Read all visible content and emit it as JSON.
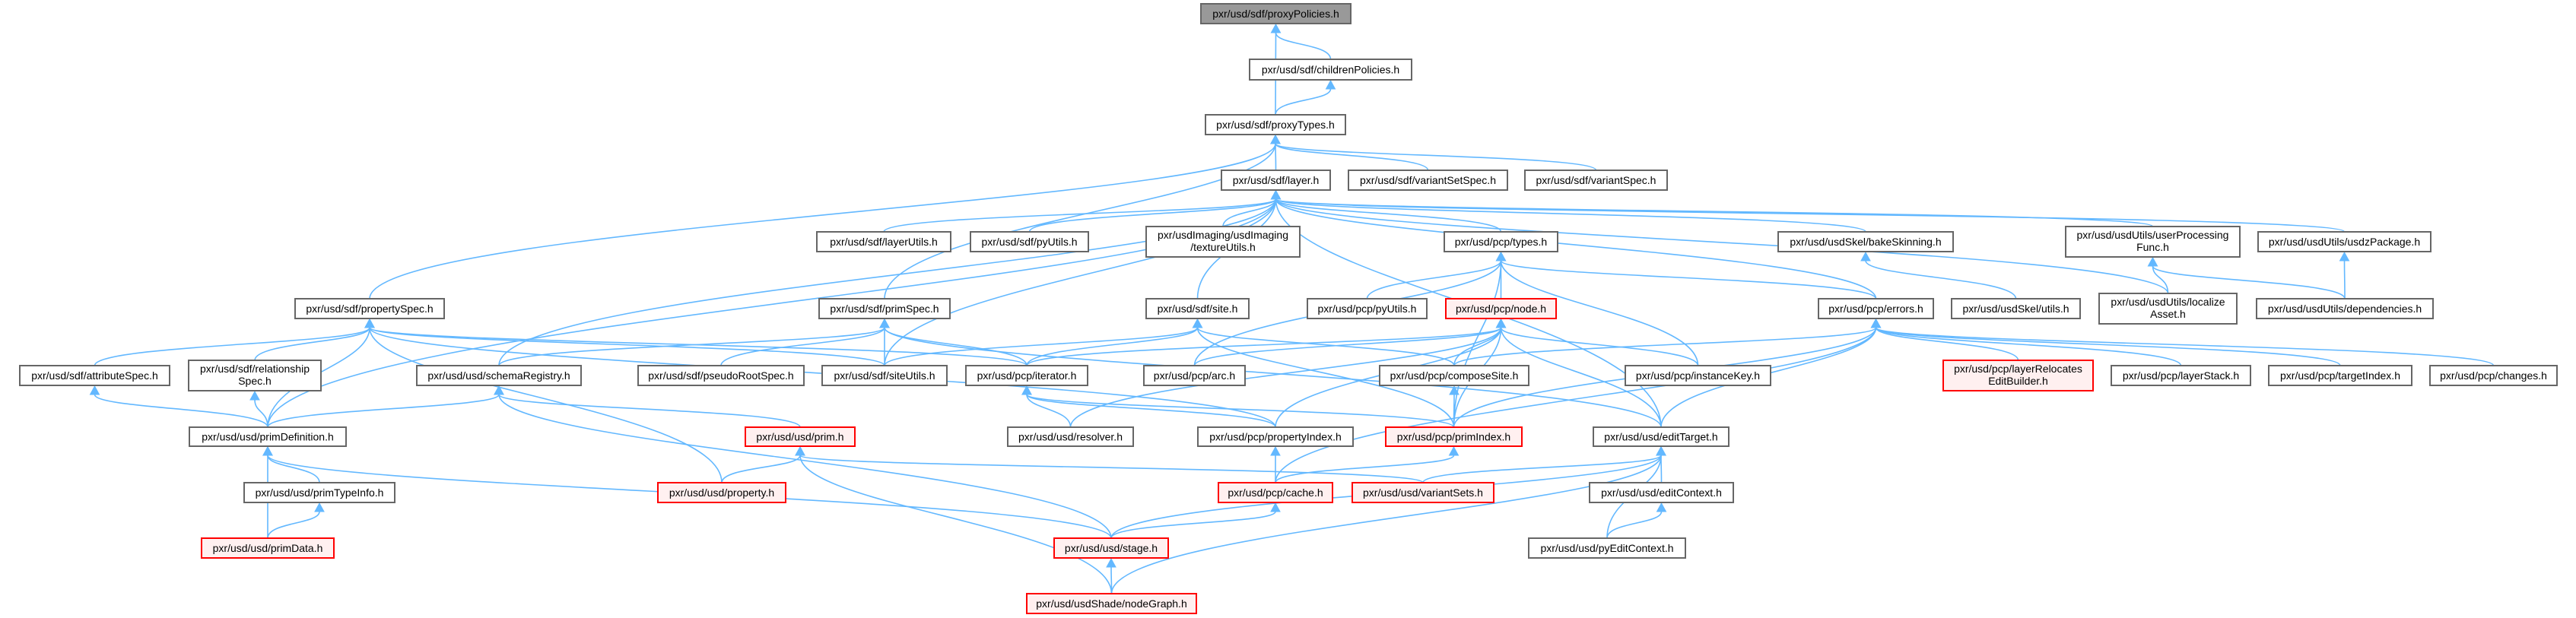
{
  "graph": {
    "colors": {
      "edge": "#63b8ff",
      "highlight_border": "#ff0000",
      "highlight_fill": "#fff0f0",
      "root_fill": "#999999"
    },
    "nodes": [
      {
        "id": "proxyPolicies",
        "lines": [
          "pxr/usd/sdf/proxyPolicies.h"
        ],
        "style": "root"
      },
      {
        "id": "childrenPolicies",
        "lines": [
          "pxr/usd/sdf/childrenPolicies.h"
        ],
        "style": "normal"
      },
      {
        "id": "proxyTypes",
        "lines": [
          "pxr/usd/sdf/proxyTypes.h"
        ],
        "style": "normal"
      },
      {
        "id": "layer",
        "lines": [
          "pxr/usd/sdf/layer.h"
        ],
        "style": "normal"
      },
      {
        "id": "variantSetSpec",
        "lines": [
          "pxr/usd/sdf/variantSetSpec.h"
        ],
        "style": "normal"
      },
      {
        "id": "variantSpec",
        "lines": [
          "pxr/usd/sdf/variantSpec.h"
        ],
        "style": "normal"
      },
      {
        "id": "layerUtils",
        "lines": [
          "pxr/usd/sdf/layerUtils.h"
        ],
        "style": "normal"
      },
      {
        "id": "sdfPyUtils",
        "lines": [
          "pxr/usd/sdf/pyUtils.h"
        ],
        "style": "normal"
      },
      {
        "id": "textureUtils",
        "lines": [
          "pxr/usdImaging/usdImaging",
          "/textureUtils.h"
        ],
        "style": "normal"
      },
      {
        "id": "pcpTypes",
        "lines": [
          "pxr/usd/pcp/types.h"
        ],
        "style": "normal"
      },
      {
        "id": "bakeSkinning",
        "lines": [
          "pxr/usd/usdSkel/bakeSkinning.h"
        ],
        "style": "normal"
      },
      {
        "id": "userProcessingFunc",
        "lines": [
          "pxr/usd/usdUtils/userProcessing",
          "Func.h"
        ],
        "style": "normal"
      },
      {
        "id": "usdzPackage",
        "lines": [
          "pxr/usd/usdUtils/usdzPackage.h"
        ],
        "style": "normal"
      },
      {
        "id": "propertySpec",
        "lines": [
          "pxr/usd/sdf/propertySpec.h"
        ],
        "style": "normal"
      },
      {
        "id": "primSpec",
        "lines": [
          "pxr/usd/sdf/primSpec.h"
        ],
        "style": "normal"
      },
      {
        "id": "site",
        "lines": [
          "pxr/usd/sdf/site.h"
        ],
        "style": "normal"
      },
      {
        "id": "pcpPyUtils",
        "lines": [
          "pxr/usd/pcp/pyUtils.h"
        ],
        "style": "normal"
      },
      {
        "id": "node",
        "lines": [
          "pxr/usd/pcp/node.h"
        ],
        "style": "red"
      },
      {
        "id": "errors",
        "lines": [
          "pxr/usd/pcp/errors.h"
        ],
        "style": "normal"
      },
      {
        "id": "skelUtils",
        "lines": [
          "pxr/usd/usdSkel/utils.h"
        ],
        "style": "normal"
      },
      {
        "id": "localizeAsset",
        "lines": [
          "pxr/usd/usdUtils/localize",
          "Asset.h"
        ],
        "style": "normal"
      },
      {
        "id": "dependencies",
        "lines": [
          "pxr/usd/usdUtils/dependencies.h"
        ],
        "style": "normal"
      },
      {
        "id": "attributeSpec",
        "lines": [
          "pxr/usd/sdf/attributeSpec.h"
        ],
        "style": "normal"
      },
      {
        "id": "relationshipSpec",
        "lines": [
          "pxr/usd/sdf/relationship",
          "Spec.h"
        ],
        "style": "normal"
      },
      {
        "id": "schemaRegistry",
        "lines": [
          "pxr/usd/usd/schemaRegistry.h"
        ],
        "style": "normal"
      },
      {
        "id": "pseudoRootSpec",
        "lines": [
          "pxr/usd/sdf/pseudoRootSpec.h"
        ],
        "style": "normal"
      },
      {
        "id": "siteUtils",
        "lines": [
          "pxr/usd/sdf/siteUtils.h"
        ],
        "style": "normal"
      },
      {
        "id": "iterator",
        "lines": [
          "pxr/usd/pcp/iterator.h"
        ],
        "style": "normal"
      },
      {
        "id": "arc",
        "lines": [
          "pxr/usd/pcp/arc.h"
        ],
        "style": "normal"
      },
      {
        "id": "composeSite",
        "lines": [
          "pxr/usd/pcp/composeSite.h"
        ],
        "style": "normal"
      },
      {
        "id": "instanceKey",
        "lines": [
          "pxr/usd/pcp/instanceKey.h"
        ],
        "style": "normal"
      },
      {
        "id": "layerRelocates",
        "lines": [
          "pxr/usd/pcp/layerRelocates",
          "EditBuilder.h"
        ],
        "style": "red"
      },
      {
        "id": "layerStack",
        "lines": [
          "pxr/usd/pcp/layerStack.h"
        ],
        "style": "normal"
      },
      {
        "id": "targetIndex",
        "lines": [
          "pxr/usd/pcp/targetIndex.h"
        ],
        "style": "normal"
      },
      {
        "id": "changes",
        "lines": [
          "pxr/usd/pcp/changes.h"
        ],
        "style": "normal"
      },
      {
        "id": "primDefinition",
        "lines": [
          "pxr/usd/usd/primDefinition.h"
        ],
        "style": "normal"
      },
      {
        "id": "prim",
        "lines": [
          "pxr/usd/usd/prim.h"
        ],
        "style": "red"
      },
      {
        "id": "resolver",
        "lines": [
          "pxr/usd/usd/resolver.h"
        ],
        "style": "normal"
      },
      {
        "id": "propertyIndex",
        "lines": [
          "pxr/usd/pcp/propertyIndex.h"
        ],
        "style": "normal"
      },
      {
        "id": "primIndex",
        "lines": [
          "pxr/usd/pcp/primIndex.h"
        ],
        "style": "red"
      },
      {
        "id": "editTarget",
        "lines": [
          "pxr/usd/usd/editTarget.h"
        ],
        "style": "normal"
      },
      {
        "id": "primTypeInfo",
        "lines": [
          "pxr/usd/usd/primTypeInfo.h"
        ],
        "style": "normal"
      },
      {
        "id": "property",
        "lines": [
          "pxr/usd/usd/property.h"
        ],
        "style": "red"
      },
      {
        "id": "cache",
        "lines": [
          "pxr/usd/pcp/cache.h"
        ],
        "style": "red"
      },
      {
        "id": "variantSets",
        "lines": [
          "pxr/usd/usd/variantSets.h"
        ],
        "style": "red"
      },
      {
        "id": "editContext",
        "lines": [
          "pxr/usd/usd/editContext.h"
        ],
        "style": "normal"
      },
      {
        "id": "primData",
        "lines": [
          "pxr/usd/usd/primData.h"
        ],
        "style": "red"
      },
      {
        "id": "stage",
        "lines": [
          "pxr/usd/usd/stage.h"
        ],
        "style": "red"
      },
      {
        "id": "pyEditContext",
        "lines": [
          "pxr/usd/usd/pyEditContext.h"
        ],
        "style": "normal"
      },
      {
        "id": "nodeGraph",
        "lines": [
          "pxr/usd/usdShade/nodeGraph.h"
        ],
        "style": "red"
      }
    ],
    "edges": [
      [
        "childrenPolicies",
        "proxyPolicies"
      ],
      [
        "proxyTypes",
        "proxyPolicies"
      ],
      [
        "proxyTypes",
        "childrenPolicies"
      ],
      [
        "layer",
        "proxyTypes"
      ],
      [
        "variantSetSpec",
        "proxyTypes"
      ],
      [
        "variantSpec",
        "proxyTypes"
      ],
      [
        "propertySpec",
        "proxyTypes"
      ],
      [
        "primSpec",
        "proxyTypes"
      ],
      [
        "layerUtils",
        "layer"
      ],
      [
        "sdfPyUtils",
        "layer"
      ],
      [
        "textureUtils",
        "layer"
      ],
      [
        "pcpTypes",
        "layer"
      ],
      [
        "bakeSkinning",
        "layer"
      ],
      [
        "userProcessingFunc",
        "layer"
      ],
      [
        "usdzPackage",
        "layer"
      ],
      [
        "localizeAsset",
        "layer"
      ],
      [
        "site",
        "layer"
      ],
      [
        "siteUtils",
        "layer"
      ],
      [
        "primDefinition",
        "layer"
      ],
      [
        "schemaRegistry",
        "layer"
      ],
      [
        "errors",
        "layer"
      ],
      [
        "editTarget",
        "layer"
      ],
      [
        "attributeSpec",
        "propertySpec"
      ],
      [
        "relationshipSpec",
        "propertySpec"
      ],
      [
        "primDefinition",
        "propertySpec"
      ],
      [
        "property",
        "propertySpec"
      ],
      [
        "siteUtils",
        "propertySpec"
      ],
      [
        "iterator",
        "propertySpec"
      ],
      [
        "propertyIndex",
        "propertySpec"
      ],
      [
        "schemaRegistry",
        "primSpec"
      ],
      [
        "pseudoRootSpec",
        "primSpec"
      ],
      [
        "siteUtils",
        "primSpec"
      ],
      [
        "iterator",
        "primSpec"
      ],
      [
        "editTarget",
        "primSpec"
      ],
      [
        "siteUtils",
        "site"
      ],
      [
        "iterator",
        "site"
      ],
      [
        "composeSite",
        "site"
      ],
      [
        "primIndex",
        "site"
      ],
      [
        "pcpPyUtils",
        "pcpTypes"
      ],
      [
        "node",
        "pcpTypes"
      ],
      [
        "arc",
        "pcpTypes"
      ],
      [
        "instanceKey",
        "pcpTypes"
      ],
      [
        "errors",
        "pcpTypes"
      ],
      [
        "primIndex",
        "pcpTypes"
      ],
      [
        "iterator",
        "node"
      ],
      [
        "arc",
        "node"
      ],
      [
        "composeSite",
        "node"
      ],
      [
        "resolver",
        "node"
      ],
      [
        "propertyIndex",
        "node"
      ],
      [
        "primIndex",
        "node"
      ],
      [
        "instanceKey",
        "node"
      ],
      [
        "editTarget",
        "node"
      ],
      [
        "composeSite",
        "errors"
      ],
      [
        "primIndex",
        "errors"
      ],
      [
        "cache",
        "errors"
      ],
      [
        "layerRelocates",
        "errors"
      ],
      [
        "layerStack",
        "errors"
      ],
      [
        "targetIndex",
        "errors"
      ],
      [
        "changes",
        "errors"
      ],
      [
        "editTarget",
        "errors"
      ],
      [
        "skelUtils",
        "bakeSkinning"
      ],
      [
        "localizeAsset",
        "userProcessingFunc"
      ],
      [
        "dependencies",
        "userProcessingFunc"
      ],
      [
        "dependencies",
        "usdzPackage"
      ],
      [
        "primDefinition",
        "schemaRegistry"
      ],
      [
        "prim",
        "schemaRegistry"
      ],
      [
        "stage",
        "schemaRegistry"
      ],
      [
        "primDefinition",
        "attributeSpec"
      ],
      [
        "primDefinition",
        "relationshipSpec"
      ],
      [
        "primTypeInfo",
        "primDefinition"
      ],
      [
        "primData",
        "primDefinition"
      ],
      [
        "stage",
        "primDefinition"
      ],
      [
        "primData",
        "primTypeInfo"
      ],
      [
        "property",
        "prim"
      ],
      [
        "variantSets",
        "prim"
      ],
      [
        "nodeGraph",
        "prim"
      ],
      [
        "resolver",
        "iterator"
      ],
      [
        "propertyIndex",
        "iterator"
      ],
      [
        "primIndex",
        "iterator"
      ],
      [
        "primIndex",
        "composeSite"
      ],
      [
        "cache",
        "propertyIndex"
      ],
      [
        "cache",
        "primIndex"
      ],
      [
        "stage",
        "cache"
      ],
      [
        "variantSets",
        "editTarget"
      ],
      [
        "editContext",
        "editTarget"
      ],
      [
        "pyEditContext",
        "editTarget"
      ],
      [
        "stage",
        "editTarget"
      ],
      [
        "nodeGraph",
        "editTarget"
      ],
      [
        "pyEditContext",
        "editContext"
      ],
      [
        "nodeGraph",
        "stage"
      ]
    ]
  }
}
